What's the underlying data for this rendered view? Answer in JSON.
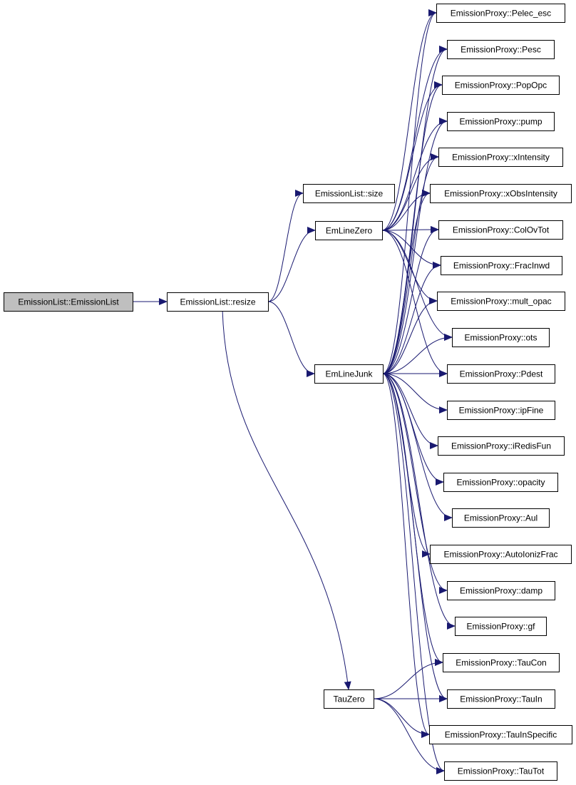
{
  "colors": {
    "edge": "#191970",
    "node_border": "#000000",
    "node_fill": "#ffffff",
    "root_fill": "#bfbfbf"
  },
  "nodes": {
    "root": "EmissionList::EmissionList",
    "resize": "EmissionList::resize",
    "size": "EmissionList::size",
    "emlinezero": "EmLineZero",
    "emlinejunk": "EmLineJunk",
    "tauzero": "TauZero",
    "pelec_esc": "EmissionProxy::Pelec_esc",
    "pesc": "EmissionProxy::Pesc",
    "popopc": "EmissionProxy::PopOpc",
    "pump": "EmissionProxy::pump",
    "xintensity": "EmissionProxy::xIntensity",
    "xobsintensity": "EmissionProxy::xObsIntensity",
    "colovtot": "EmissionProxy::ColOvTot",
    "fracinwd": "EmissionProxy::FracInwd",
    "mult_opac": "EmissionProxy::mult_opac",
    "ots": "EmissionProxy::ots",
    "pdest": "EmissionProxy::Pdest",
    "ipfine": "EmissionProxy::ipFine",
    "iredisfun": "EmissionProxy::iRedisFun",
    "opacity": "EmissionProxy::opacity",
    "aul": "EmissionProxy::Aul",
    "autoionizfrac": "EmissionProxy::AutoIonizFrac",
    "damp": "EmissionProxy::damp",
    "gf": "EmissionProxy::gf",
    "taucon": "EmissionProxy::TauCon",
    "tauin": "EmissionProxy::TauIn",
    "tauinspecific": "EmissionProxy::TauInSpecific",
    "tautot": "EmissionProxy::TauTot"
  },
  "edges": [
    [
      "root",
      "resize"
    ],
    [
      "resize",
      "size"
    ],
    [
      "resize",
      "emlinezero"
    ],
    [
      "resize",
      "emlinejunk"
    ],
    [
      "resize",
      "tauzero"
    ],
    [
      "emlinezero",
      "pelec_esc"
    ],
    [
      "emlinezero",
      "pesc"
    ],
    [
      "emlinezero",
      "popopc"
    ],
    [
      "emlinezero",
      "pump"
    ],
    [
      "emlinezero",
      "xintensity"
    ],
    [
      "emlinezero",
      "xobsintensity"
    ],
    [
      "emlinezero",
      "colovtot"
    ],
    [
      "emlinezero",
      "fracinwd"
    ],
    [
      "emlinezero",
      "mult_opac"
    ],
    [
      "emlinezero",
      "ots"
    ],
    [
      "emlinezero",
      "pdest"
    ],
    [
      "emlinejunk",
      "pelec_esc"
    ],
    [
      "emlinejunk",
      "pesc"
    ],
    [
      "emlinejunk",
      "popopc"
    ],
    [
      "emlinejunk",
      "pump"
    ],
    [
      "emlinejunk",
      "xintensity"
    ],
    [
      "emlinejunk",
      "xobsintensity"
    ],
    [
      "emlinejunk",
      "colovtot"
    ],
    [
      "emlinejunk",
      "fracinwd"
    ],
    [
      "emlinejunk",
      "mult_opac"
    ],
    [
      "emlinejunk",
      "ots"
    ],
    [
      "emlinejunk",
      "pdest"
    ],
    [
      "emlinejunk",
      "ipfine"
    ],
    [
      "emlinejunk",
      "iredisfun"
    ],
    [
      "emlinejunk",
      "opacity"
    ],
    [
      "emlinejunk",
      "aul"
    ],
    [
      "emlinejunk",
      "autoionizfrac"
    ],
    [
      "emlinejunk",
      "damp"
    ],
    [
      "emlinejunk",
      "gf"
    ],
    [
      "emlinejunk",
      "taucon"
    ],
    [
      "emlinejunk",
      "tauin"
    ],
    [
      "emlinejunk",
      "tauinspecific"
    ],
    [
      "emlinejunk",
      "tautot"
    ],
    [
      "tauzero",
      "taucon"
    ],
    [
      "tauzero",
      "tauin"
    ],
    [
      "tauzero",
      "tauinspecific"
    ],
    [
      "tauzero",
      "tautot"
    ]
  ]
}
